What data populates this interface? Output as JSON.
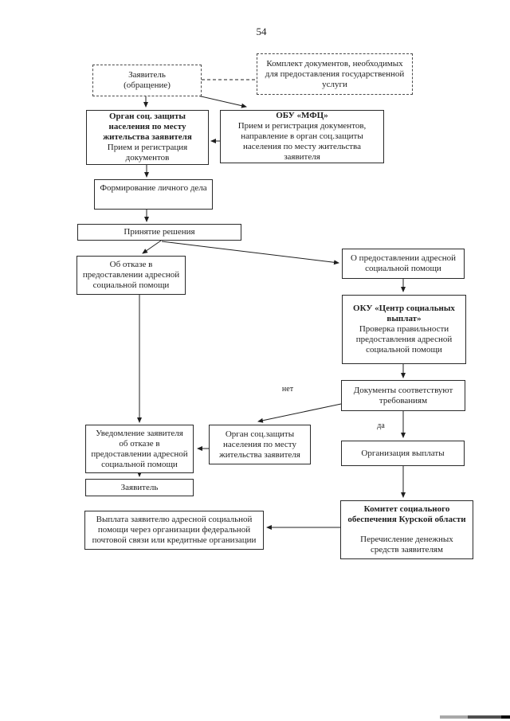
{
  "page": {
    "number": "54"
  },
  "flowchart": {
    "nodes": {
      "applicant": {
        "text": "Заявитель\n(обращение)"
      },
      "documents_package": {
        "text": "Комплект документов, необходимых\nдля предоставления государственной\nуслуги"
      },
      "social_protection_body": {
        "title": "Орган соц. защиты\nнаселения по месту\nжительства заявителя",
        "body": "Прием и регистрация\nдокументов"
      },
      "mfc": {
        "title": "ОБУ «МФЦ»",
        "body": "Прием и регистрация документов,\nнаправление в орган соц.защиты\nнаселения по месту жительства\nзаявителя"
      },
      "personal_file": {
        "text": "Формирование личного дела"
      },
      "decision": {
        "text": "Принятие решения"
      },
      "refusal": {
        "text": "Об отказе в\nпредоставлении адресной\nсоциальной помощи"
      },
      "provision": {
        "text": "О предоставлении адресной\nсоциальной помощи"
      },
      "payments_center": {
        "title": "ОКУ «Центр социальных\nвыплат»",
        "body": "Проверка правильности\nпредоставления адресной\nсоциальной помощи"
      },
      "docs_compliant": {
        "text": "Документы соответствуют\nтребованиям"
      },
      "payment_organization": {
        "text": "Организация выплаты"
      },
      "social_protection_body_2": {
        "text": "Орган соц.защиты\nнаселения по месту\nжительства заявителя"
      },
      "refusal_notice": {
        "text": "Уведомление заявителя\nоб отказе в\nпредоставлении адресной\nсоциальной помощи"
      },
      "applicant_2": {
        "text": "Заявитель"
      },
      "social_committee": {
        "title": "Комитет социального\nобеспечения Курской области",
        "body": "Перечисление денежных\nсредств заявителям"
      },
      "payment_to_applicant": {
        "text": "Выплата заявителю адресной социальной\nпомощи через организации федеральной\nпочтовой связи или кредитные организации"
      }
    },
    "edge_labels": {
      "yes": "да",
      "no": "нет"
    }
  },
  "colors": {
    "ink": "#1f1f1f",
    "paper": "#ffffff"
  }
}
